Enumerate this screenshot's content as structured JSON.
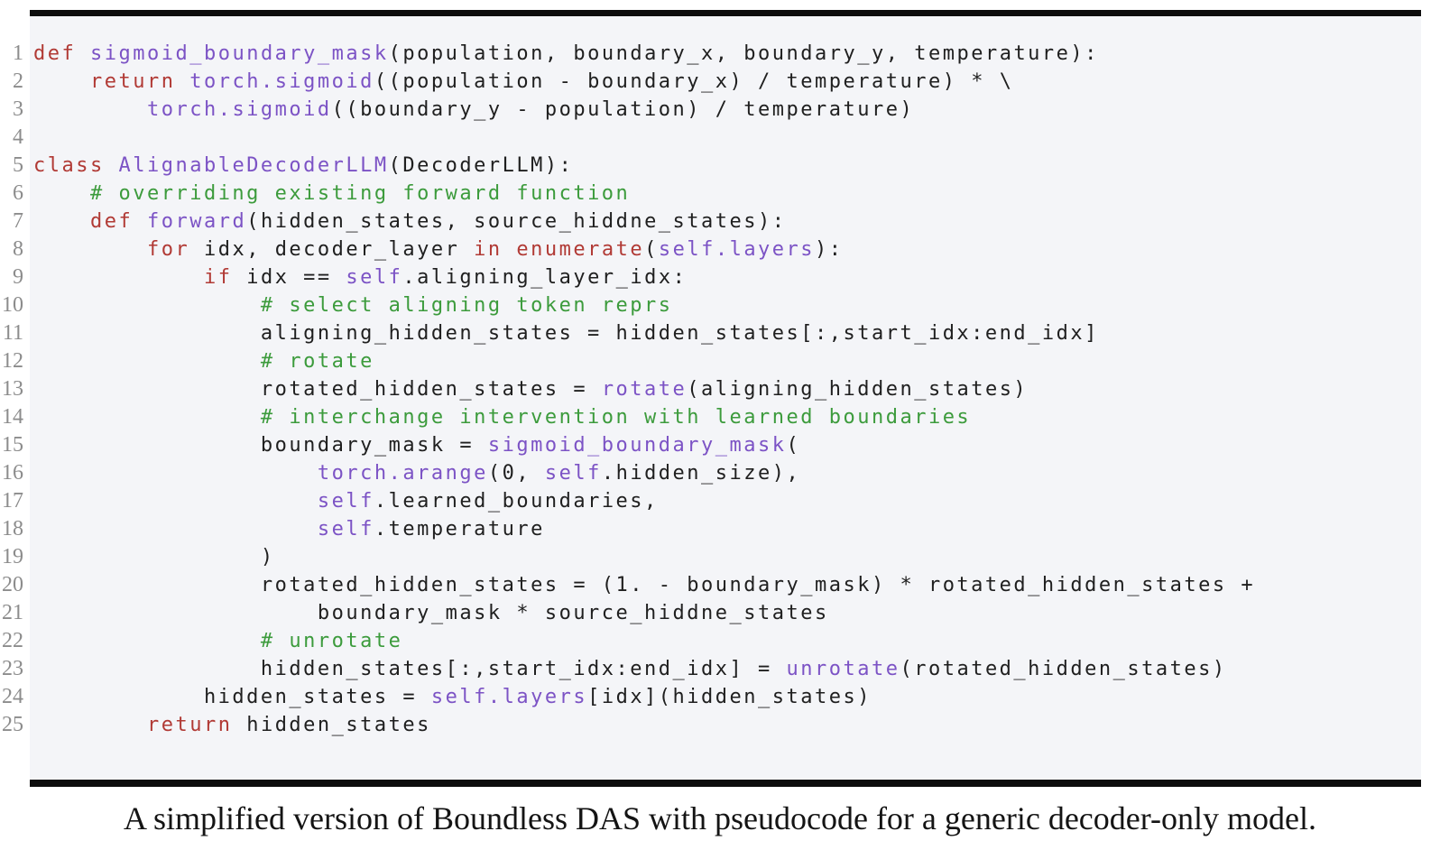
{
  "figure": {
    "caption": "A simplified version of Boundless DAS with pseudocode for a generic decoder-only model."
  },
  "colors": {
    "keyword": "#b13a35",
    "name": "#7c53c5",
    "comment": "#3c9b3c",
    "plain": "#1f1f1f",
    "line_number": "#8c8c8c",
    "panel_bg": "#f4f5f8",
    "rule": "#0d0d0d"
  },
  "code": {
    "language": "python",
    "lines": [
      {
        "no": 1,
        "tokens": [
          {
            "c": "k",
            "t": "def"
          },
          {
            "c": "p",
            "t": " "
          },
          {
            "c": "f",
            "t": "sigmoid_boundary_mask"
          },
          {
            "c": "p",
            "t": "(population, boundary_x, boundary_y, temperature):"
          }
        ]
      },
      {
        "no": 2,
        "tokens": [
          {
            "c": "p",
            "t": "    "
          },
          {
            "c": "k",
            "t": "return"
          },
          {
            "c": "p",
            "t": " "
          },
          {
            "c": "f",
            "t": "torch.sigmoid"
          },
          {
            "c": "p",
            "t": "((population - boundary_x) / temperature) * \\"
          }
        ]
      },
      {
        "no": 3,
        "tokens": [
          {
            "c": "p",
            "t": "        "
          },
          {
            "c": "f",
            "t": "torch.sigmoid"
          },
          {
            "c": "p",
            "t": "((boundary_y - population) / temperature)"
          }
        ]
      },
      {
        "no": 4,
        "tokens": []
      },
      {
        "no": 5,
        "tokens": [
          {
            "c": "k",
            "t": "class"
          },
          {
            "c": "p",
            "t": " "
          },
          {
            "c": "f",
            "t": "AlignableDecoderLLM"
          },
          {
            "c": "p",
            "t": "(DecoderLLM):"
          }
        ]
      },
      {
        "no": 6,
        "tokens": [
          {
            "c": "p",
            "t": "    "
          },
          {
            "c": "c",
            "t": "# overriding existing forward function"
          }
        ]
      },
      {
        "no": 7,
        "tokens": [
          {
            "c": "p",
            "t": "    "
          },
          {
            "c": "k",
            "t": "def"
          },
          {
            "c": "p",
            "t": " "
          },
          {
            "c": "f",
            "t": "forward"
          },
          {
            "c": "p",
            "t": "(hidden_states, source_hiddne_states):"
          }
        ]
      },
      {
        "no": 8,
        "tokens": [
          {
            "c": "p",
            "t": "        "
          },
          {
            "c": "k",
            "t": "for"
          },
          {
            "c": "p",
            "t": " idx, decoder_layer "
          },
          {
            "c": "k",
            "t": "in"
          },
          {
            "c": "p",
            "t": " "
          },
          {
            "c": "k",
            "t": "enumerate"
          },
          {
            "c": "p",
            "t": "("
          },
          {
            "c": "f",
            "t": "self.layers"
          },
          {
            "c": "p",
            "t": "):"
          }
        ]
      },
      {
        "no": 9,
        "tokens": [
          {
            "c": "p",
            "t": "            "
          },
          {
            "c": "k",
            "t": "if"
          },
          {
            "c": "p",
            "t": " idx == "
          },
          {
            "c": "f",
            "t": "self"
          },
          {
            "c": "p",
            "t": ".aligning_layer_idx:"
          }
        ]
      },
      {
        "no": 10,
        "tokens": [
          {
            "c": "p",
            "t": "                "
          },
          {
            "c": "c",
            "t": "# select aligning token reprs"
          }
        ]
      },
      {
        "no": 11,
        "tokens": [
          {
            "c": "p",
            "t": "                aligning_hidden_states = hidden_states[:,start_idx:end_idx]"
          }
        ]
      },
      {
        "no": 12,
        "tokens": [
          {
            "c": "p",
            "t": "                "
          },
          {
            "c": "c",
            "t": "# rotate"
          }
        ]
      },
      {
        "no": 13,
        "tokens": [
          {
            "c": "p",
            "t": "                rotated_hidden_states = "
          },
          {
            "c": "f",
            "t": "rotate"
          },
          {
            "c": "p",
            "t": "(aligning_hidden_states)"
          }
        ]
      },
      {
        "no": 14,
        "tokens": [
          {
            "c": "p",
            "t": "                "
          },
          {
            "c": "c",
            "t": "# interchange intervention with learned boundaries"
          }
        ]
      },
      {
        "no": 15,
        "tokens": [
          {
            "c": "p",
            "t": "                boundary_mask = "
          },
          {
            "c": "f",
            "t": "sigmoid_boundary_mask"
          },
          {
            "c": "p",
            "t": "("
          }
        ]
      },
      {
        "no": 16,
        "tokens": [
          {
            "c": "p",
            "t": "                    "
          },
          {
            "c": "f",
            "t": "torch.arange"
          },
          {
            "c": "p",
            "t": "(0, "
          },
          {
            "c": "f",
            "t": "self"
          },
          {
            "c": "p",
            "t": ".hidden_size),"
          }
        ]
      },
      {
        "no": 17,
        "tokens": [
          {
            "c": "p",
            "t": "                    "
          },
          {
            "c": "f",
            "t": "self"
          },
          {
            "c": "p",
            "t": ".learned_boundaries,"
          }
        ]
      },
      {
        "no": 18,
        "tokens": [
          {
            "c": "p",
            "t": "                    "
          },
          {
            "c": "f",
            "t": "self"
          },
          {
            "c": "p",
            "t": ".temperature"
          }
        ]
      },
      {
        "no": 19,
        "tokens": [
          {
            "c": "p",
            "t": "                )"
          }
        ]
      },
      {
        "no": 20,
        "tokens": [
          {
            "c": "p",
            "t": "                rotated_hidden_states = (1. - boundary_mask) * rotated_hidden_states +"
          }
        ]
      },
      {
        "no": 21,
        "tokens": [
          {
            "c": "p",
            "t": "                    boundary_mask * source_hiddne_states"
          }
        ]
      },
      {
        "no": 22,
        "tokens": [
          {
            "c": "p",
            "t": "                "
          },
          {
            "c": "c",
            "t": "# unrotate"
          }
        ]
      },
      {
        "no": 23,
        "tokens": [
          {
            "c": "p",
            "t": "                hidden_states[:,start_idx:end_idx] = "
          },
          {
            "c": "f",
            "t": "unrotate"
          },
          {
            "c": "p",
            "t": "(rotated_hidden_states)"
          }
        ]
      },
      {
        "no": 24,
        "tokens": [
          {
            "c": "p",
            "t": "            hidden_states = "
          },
          {
            "c": "f",
            "t": "self.layers"
          },
          {
            "c": "p",
            "t": "[idx](hidden_states)"
          }
        ]
      },
      {
        "no": 25,
        "tokens": [
          {
            "c": "p",
            "t": "        "
          },
          {
            "c": "k",
            "t": "return"
          },
          {
            "c": "p",
            "t": " hidden_states"
          }
        ]
      }
    ]
  }
}
